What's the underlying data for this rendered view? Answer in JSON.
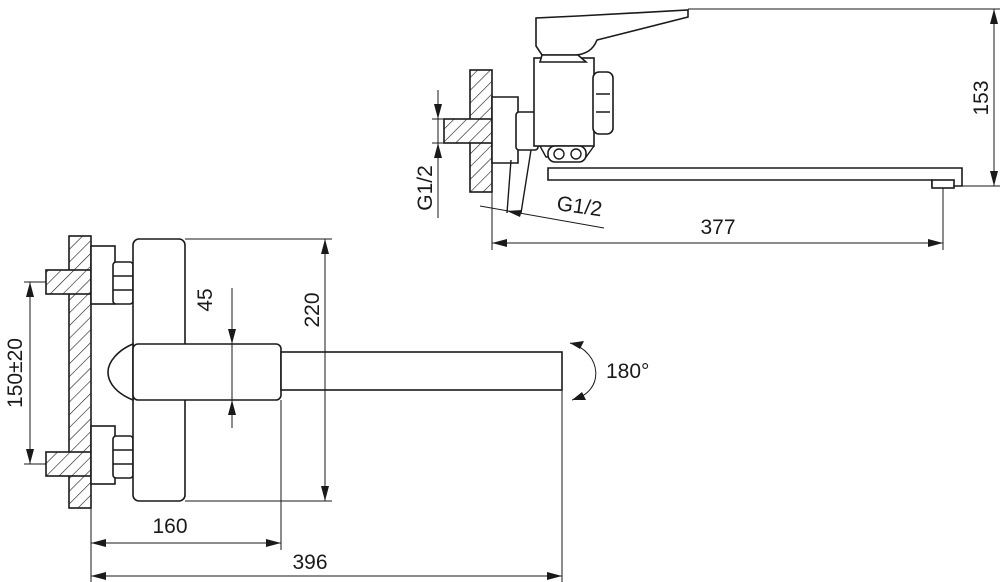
{
  "top_view": {
    "height_dimension": "153",
    "spout_length_dimension": "377",
    "wall_thread_label": "G1/2",
    "outlet_thread_label": "G1/2"
  },
  "front_view": {
    "center_distance_dimension": "150±20",
    "body_height_dimension": "220",
    "spout_height_dimension": "45",
    "rotation_label": "180°",
    "body_width_dimension": "160",
    "total_length_dimension": "396"
  }
}
